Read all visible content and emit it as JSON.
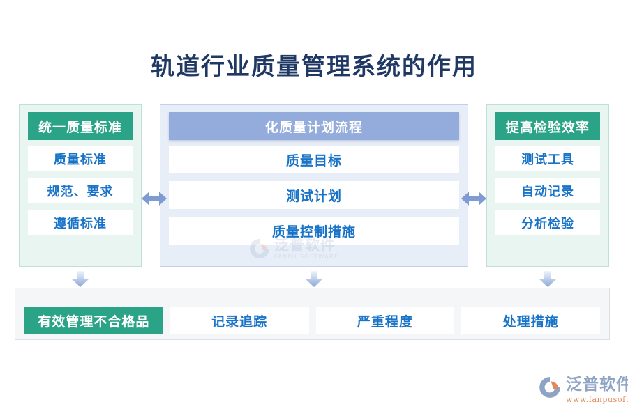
{
  "title": "轨道行业质量管理系统的作用",
  "colors": {
    "title_navy": "#1f3864",
    "green": "#2ba386",
    "blue_header": "#94acdc",
    "item_blue": "#1974c8",
    "panel_mint_bg": "#e9f5f1",
    "panel_blue_bg": "#e8eef8",
    "bottom_bg": "#f5f6f8",
    "arrow_blue": "#7e9bd4"
  },
  "columns": [
    {
      "id": "left",
      "header": "统一质量标准",
      "items": [
        "质量标准",
        "规范、要求",
        "遵循标准"
      ]
    },
    {
      "id": "center",
      "header": "化质量计划流程",
      "items": [
        "质量目标",
        "测试计划",
        "质量控制措施"
      ]
    },
    {
      "id": "right",
      "header": "提高检验效率",
      "items": [
        "测试工具",
        "自动记录",
        "分析检验"
      ]
    }
  ],
  "bottom": {
    "items": [
      {
        "label": "有效管理不合格品",
        "highlight": true
      },
      {
        "label": "记录追踪",
        "highlight": false
      },
      {
        "label": "严重程度",
        "highlight": false
      },
      {
        "label": "处理措施",
        "highlight": false
      }
    ]
  },
  "watermark": {
    "cn": "泛普软件",
    "en": "FANPU SOFTWARE"
  },
  "brand": {
    "cn": "泛普软件",
    "url": "www.fanpusoft.com"
  }
}
